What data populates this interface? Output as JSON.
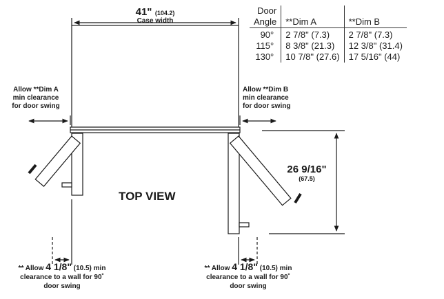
{
  "case_width": {
    "value": "41\"",
    "metric": "(104.2)",
    "label": "Case width"
  },
  "table": {
    "header": {
      "angle": [
        "Door",
        "Angle"
      ],
      "dim_a": "**Dim A",
      "dim_b": "**Dim B"
    },
    "rows": [
      {
        "angle": "90°",
        "dim_a": "2 7/8\" (7.3)",
        "dim_b": "2 7/8\" (7.3)"
      },
      {
        "angle": "115°",
        "dim_a": "8 3/8\" (21.3)",
        "dim_b": "12 3/8\" (31.4)"
      },
      {
        "angle": "130°",
        "dim_a": "10 7/8\" (27.6)",
        "dim_b": "17 5/16\" (44)"
      }
    ]
  },
  "left_note": [
    "Allow **Dim A",
    "min clearance",
    "for door swing"
  ],
  "right_note": [
    "Allow **Dim B",
    "min clearance",
    "for door swing"
  ],
  "door_depth": {
    "value": "26 9/16\"",
    "metric": "(67.5)"
  },
  "view_label": "TOP VIEW",
  "bottom_note": {
    "prefix": "** Allow",
    "value": "4 1/8\"",
    "metric": "(10.5)",
    "suffix": "min",
    "line2": "clearance to a wall for 90˚",
    "line3": "door swing"
  }
}
